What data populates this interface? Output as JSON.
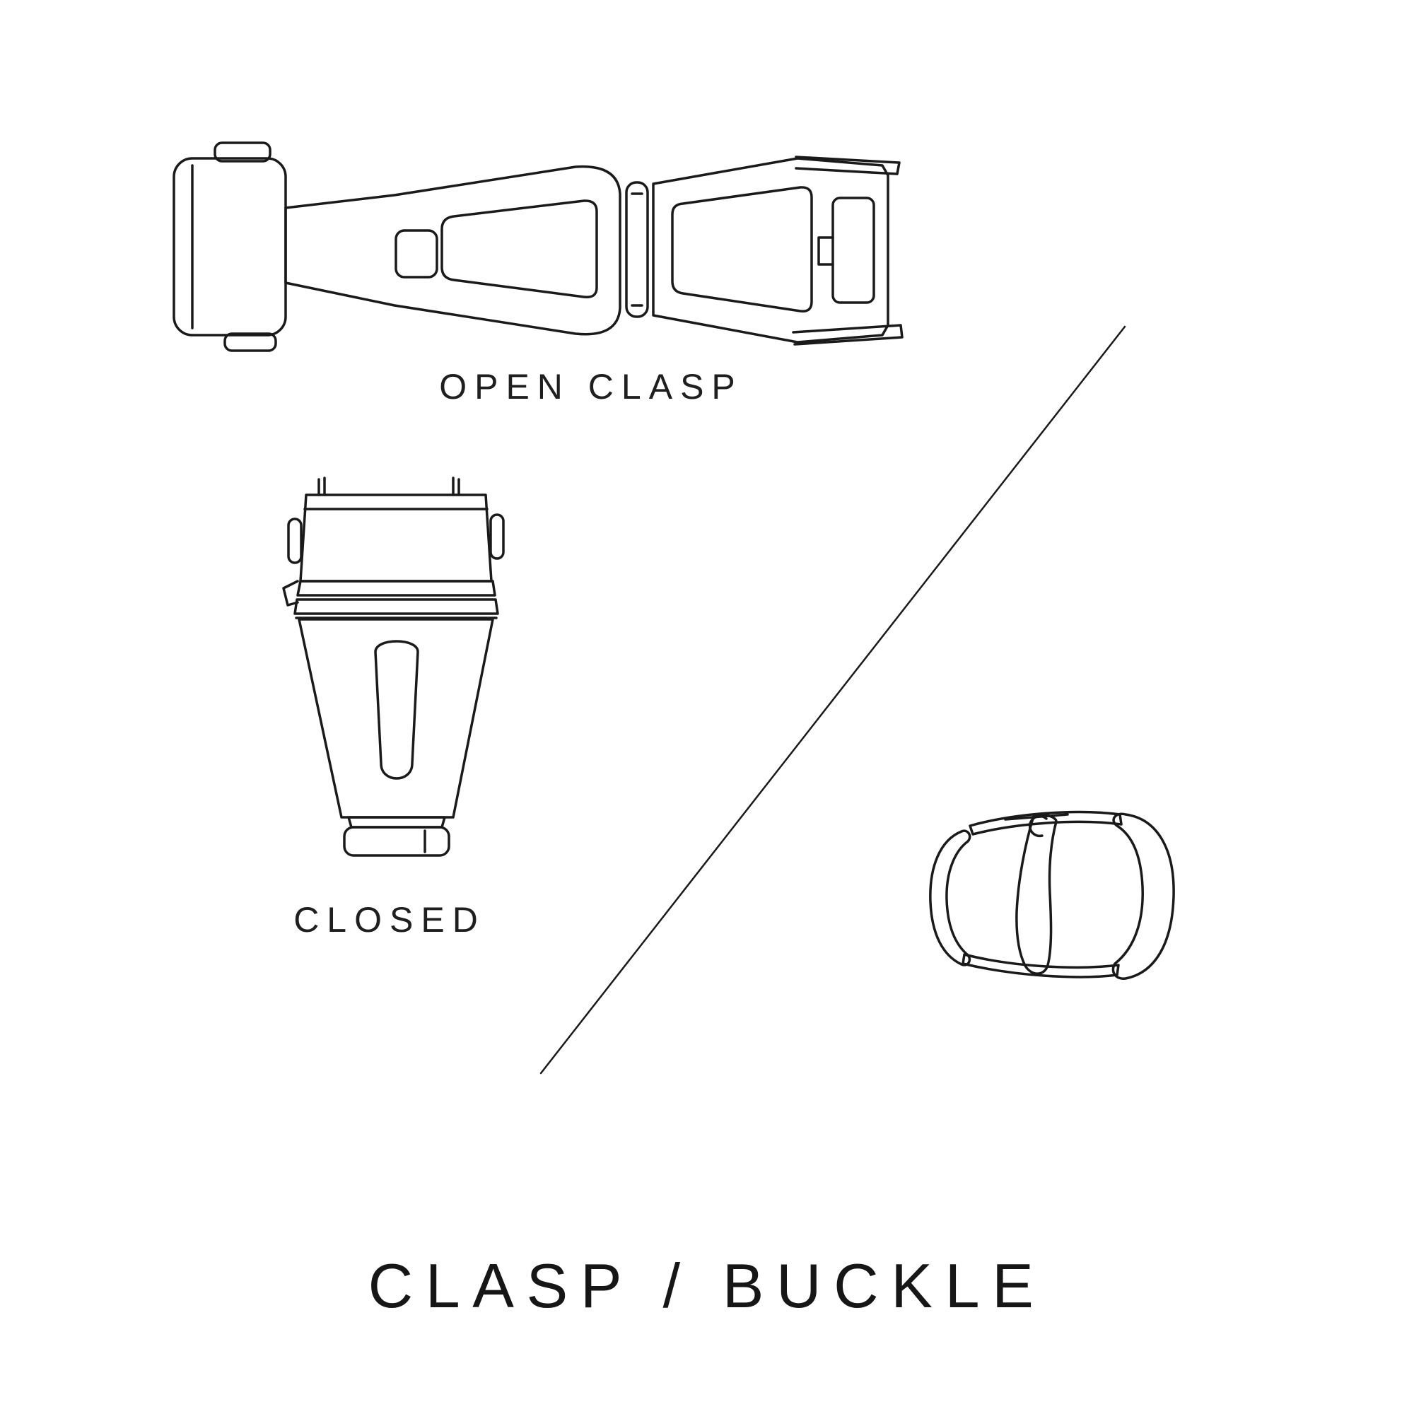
{
  "page": {
    "background_color": "#ffffff",
    "line_color": "#1a1a1a",
    "text_color": "#1f1f1f"
  },
  "diagram": {
    "title": "CLASP / BUCKLE",
    "figures": [
      {
        "id": "open-clasp",
        "caption": "OPEN CLASP"
      },
      {
        "id": "closed-clasp",
        "caption": "CLOSED"
      },
      {
        "id": "pin-buckle",
        "caption": ""
      }
    ]
  }
}
